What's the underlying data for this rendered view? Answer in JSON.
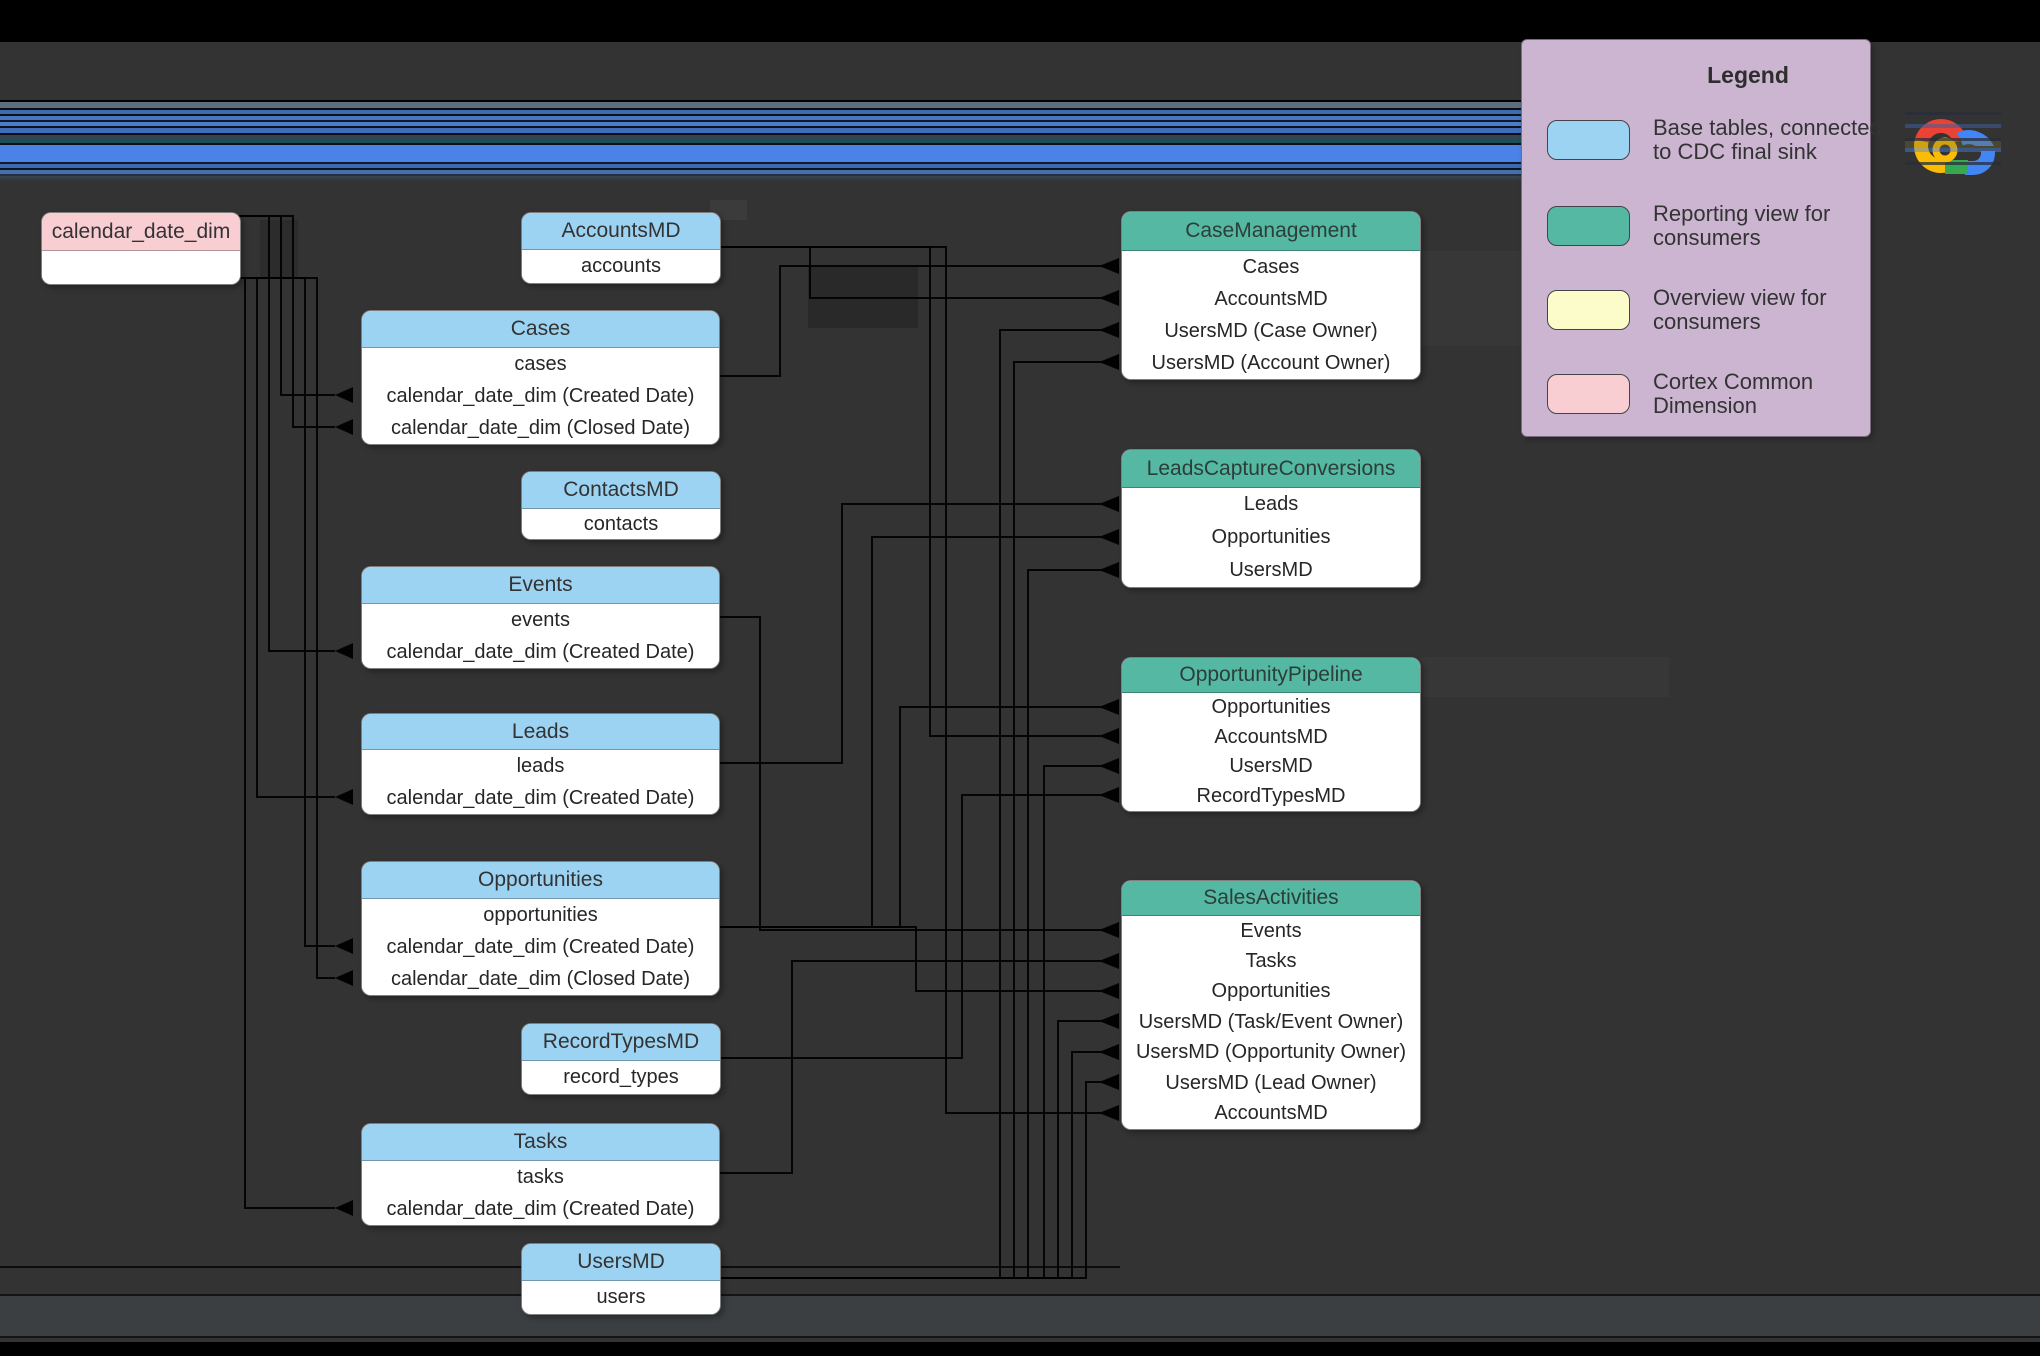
{
  "palette": {
    "base": "#9DD3F2",
    "reporting": "#54B8A3",
    "overview": "#FBFCC9",
    "dimension": "#F9CED3",
    "body": "#FFFFFF",
    "background": "#333333",
    "legend_bg": "#CBB5D1",
    "stripe_blue": "#4B82E8"
  },
  "tables": [
    {
      "id": "calendar-date-dim",
      "name": "calendar_date_dim",
      "variant": "dimension",
      "rows": [
        ""
      ]
    },
    {
      "id": "accounts-md",
      "name": "AccountsMD",
      "variant": "base",
      "rows": [
        "accounts"
      ]
    },
    {
      "id": "cases",
      "name": "Cases",
      "variant": "base",
      "rows": [
        "cases",
        "calendar_date_dim (Created Date)",
        "calendar_date_dim (Closed Date)"
      ]
    },
    {
      "id": "contacts-md",
      "name": "ContactsMD",
      "variant": "base",
      "rows": [
        "contacts"
      ]
    },
    {
      "id": "events",
      "name": "Events",
      "variant": "base",
      "rows": [
        "events",
        "calendar_date_dim (Created Date)"
      ]
    },
    {
      "id": "leads",
      "name": "Leads",
      "variant": "base",
      "rows": [
        "leads",
        "calendar_date_dim (Created Date)"
      ]
    },
    {
      "id": "opportunities",
      "name": "Opportunities",
      "variant": "base",
      "rows": [
        "opportunities",
        "calendar_date_dim (Created Date)",
        "calendar_date_dim (Closed Date)"
      ]
    },
    {
      "id": "record-types-md",
      "name": "RecordTypesMD",
      "variant": "base",
      "rows": [
        "record_types"
      ]
    },
    {
      "id": "tasks",
      "name": "Tasks",
      "variant": "base",
      "rows": [
        "tasks",
        "calendar_date_dim (Created Date)"
      ]
    },
    {
      "id": "users-md",
      "name": "UsersMD",
      "variant": "base",
      "rows": [
        "users"
      ]
    },
    {
      "id": "case-management",
      "name": "CaseManagement",
      "variant": "reporting",
      "rows": [
        "Cases",
        "AccountsMD",
        "UsersMD (Case Owner)",
        "UsersMD (Account Owner)"
      ]
    },
    {
      "id": "leads-capture-conversions",
      "name": "LeadsCaptureConversions",
      "variant": "reporting",
      "rows": [
        "Leads",
        "Opportunities",
        "UsersMD"
      ]
    },
    {
      "id": "opportunity-pipeline",
      "name": "OpportunityPipeline",
      "variant": "reporting",
      "rows": [
        "Opportunities",
        "AccountsMD",
        "UsersMD",
        "RecordTypesMD"
      ]
    },
    {
      "id": "sales-activities",
      "name": "SalesActivities",
      "variant": "reporting",
      "rows": [
        "Events",
        "Tasks",
        "Opportunities",
        "UsersMD (Task/Event Owner)",
        "UsersMD (Opportunity Owner)",
        "UsersMD (Lead Owner)",
        "AccountsMD"
      ]
    }
  ],
  "legend": {
    "title": "Legend",
    "items": [
      {
        "name": "base-tables",
        "label": "Base tables, connected to CDC final sink",
        "color": "#9DD3F2"
      },
      {
        "name": "reporting-view",
        "label": "Reporting view for consumers",
        "color": "#54B8A3"
      },
      {
        "name": "overview-view",
        "label": "Overview view for consumers",
        "color": "#FBFCC9"
      },
      {
        "name": "cortex-common-dimension",
        "label": "Cortex Common Dimension",
        "color": "#F9CED3"
      }
    ]
  },
  "logo": {
    "name": "google-cloud-logo"
  }
}
